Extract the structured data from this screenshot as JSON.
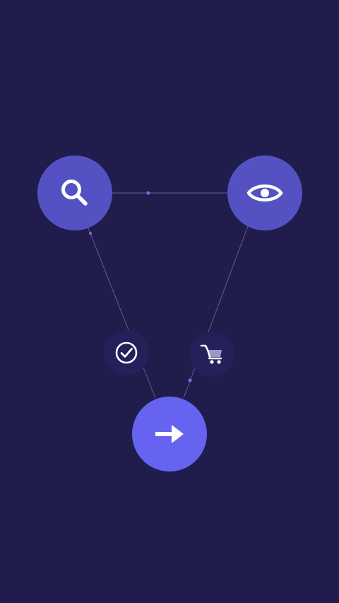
{
  "theme": {
    "background": "#201c4b",
    "node_secondary": "#5452c3",
    "node_primary": "#6563ef",
    "mini_bg": "#24205a",
    "line": "#6b5a86",
    "dot": "#7d6ae8",
    "icon": "#ffffff",
    "icon_muted": "#9a98c6"
  },
  "nodes": [
    {
      "id": "search",
      "icon": "search-icon"
    },
    {
      "id": "view",
      "icon": "eye-icon"
    },
    {
      "id": "proceed",
      "icon": "arrow-right-icon"
    }
  ],
  "steps": [
    {
      "id": "confirm",
      "icon": "check-circle-icon"
    },
    {
      "id": "cart",
      "icon": "cart-icon"
    }
  ],
  "edges": [
    {
      "from": "search",
      "to": "view"
    },
    {
      "from": "search",
      "to": "proceed"
    },
    {
      "from": "view",
      "to": "proceed"
    }
  ]
}
